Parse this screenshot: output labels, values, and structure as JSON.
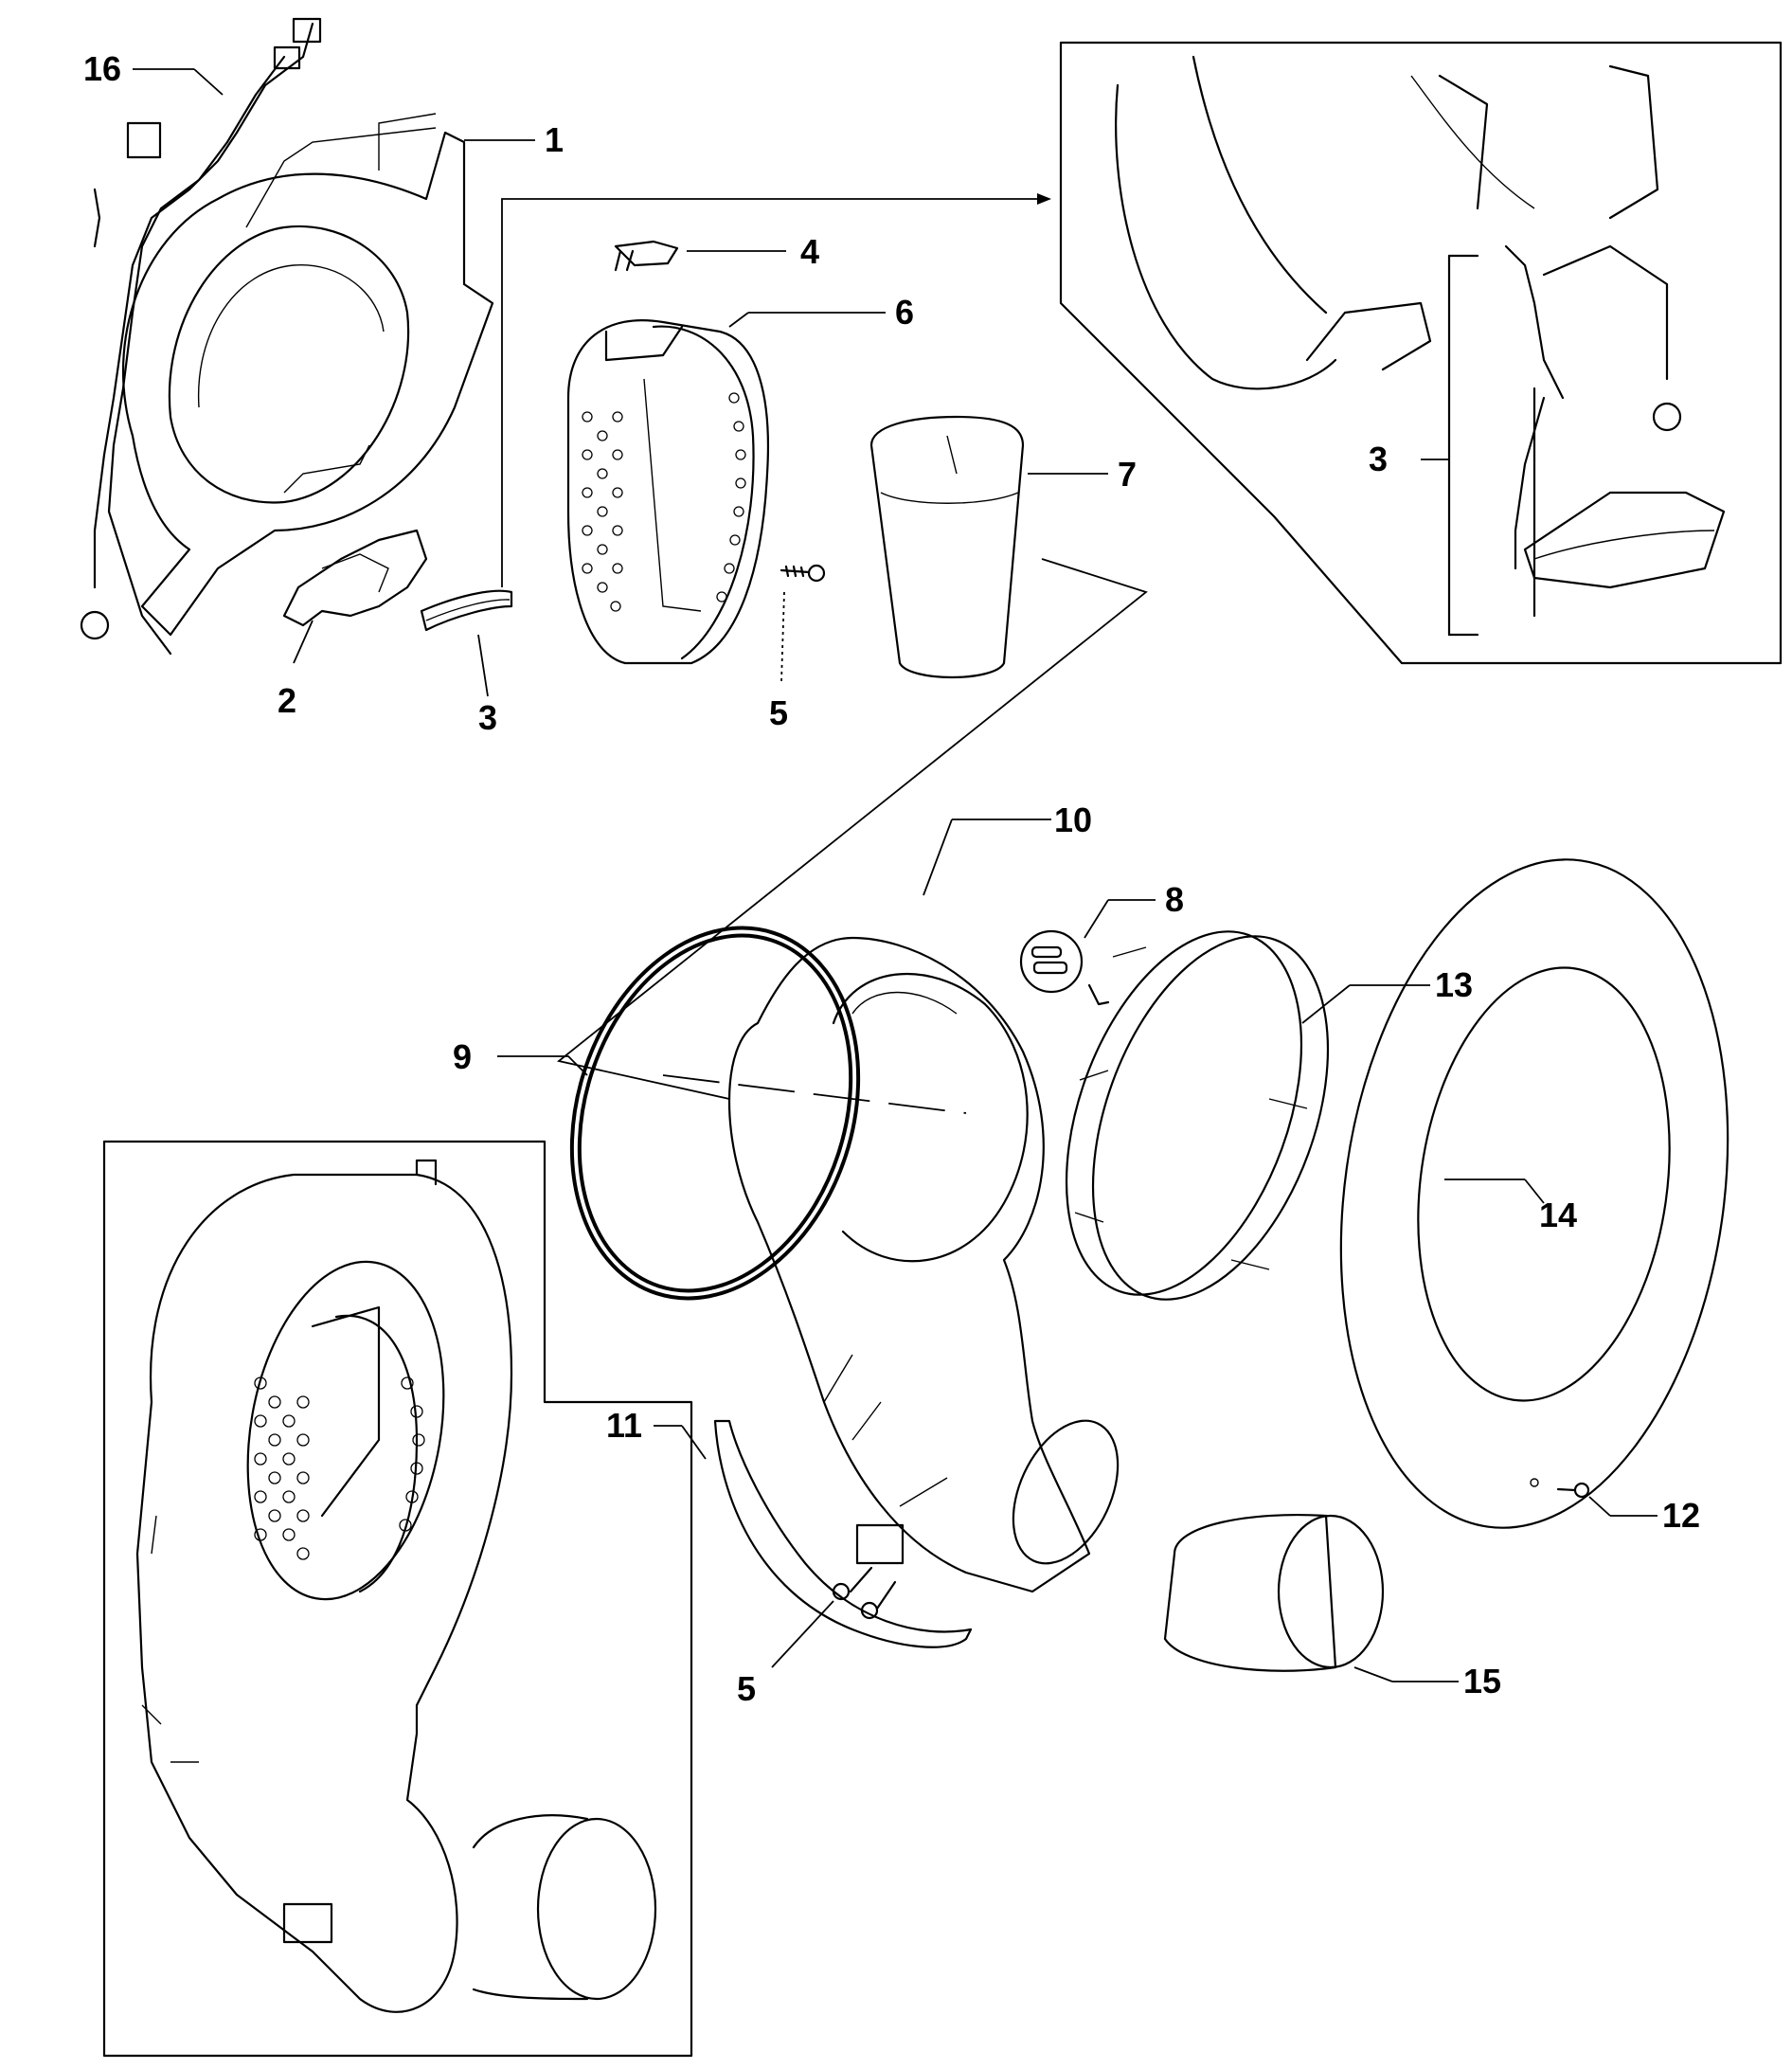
{
  "labels": {
    "p1": "1",
    "p2": "2",
    "p3a": "3",
    "p3b": "3",
    "p4": "4",
    "p5a": "5",
    "p5b": "5",
    "p6": "6",
    "p7": "7",
    "p8": "8",
    "p9": "9",
    "p10": "10",
    "p11": "11",
    "p12": "12",
    "p13": "13",
    "p14": "14",
    "p15": "15",
    "p16": "16"
  },
  "colors": {
    "ink": "#000000",
    "paper": "#ffffff"
  }
}
